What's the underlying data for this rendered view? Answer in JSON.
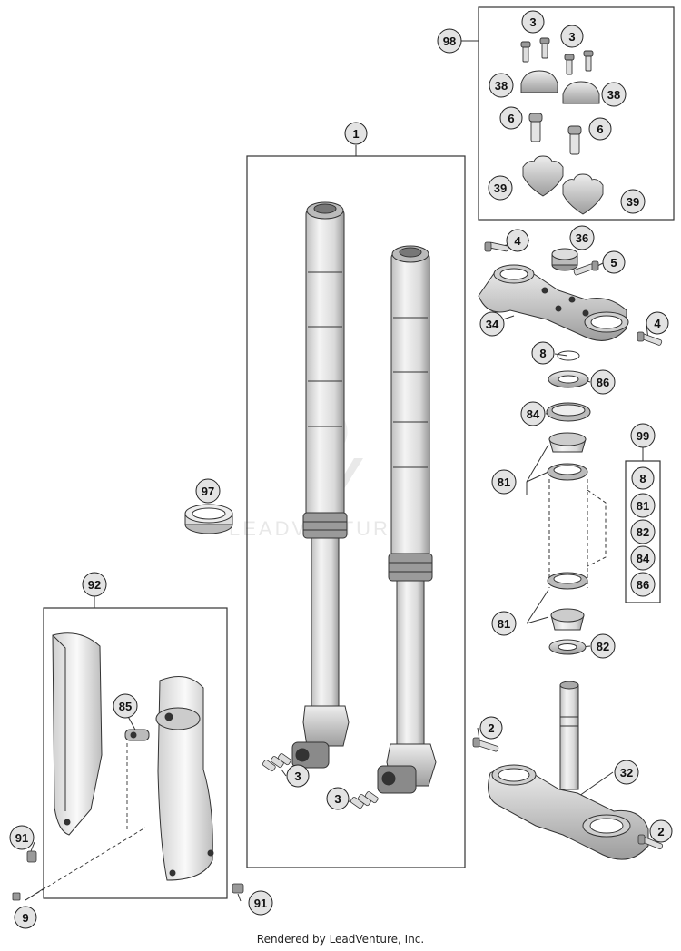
{
  "callouts": {
    "c98": "98",
    "c3a": "3",
    "c3b": "3",
    "c38a": "38",
    "c38b": "38",
    "c6a": "6",
    "c6b": "6",
    "c39a": "39",
    "c39b": "39",
    "c1": "1",
    "c4a": "4",
    "c36": "36",
    "c5": "5",
    "c34": "34",
    "c4b": "4",
    "c8a": "8",
    "c86a": "86",
    "c84a": "84",
    "c99": "99",
    "c81a": "81",
    "c8b": "8",
    "c81b": "81",
    "c82b": "82",
    "c84b": "84",
    "c86b": "86",
    "c81c": "81",
    "c82a": "82",
    "c97": "97",
    "c92": "92",
    "c85": "85",
    "c3c": "3",
    "c3d": "3",
    "c2a": "2",
    "c32": "32",
    "c2b": "2",
    "c91a": "91",
    "c9": "9",
    "c91b": "91"
  },
  "watermark": "LEADVENTURE",
  "footer": "Rendered by LeadVenture, Inc."
}
